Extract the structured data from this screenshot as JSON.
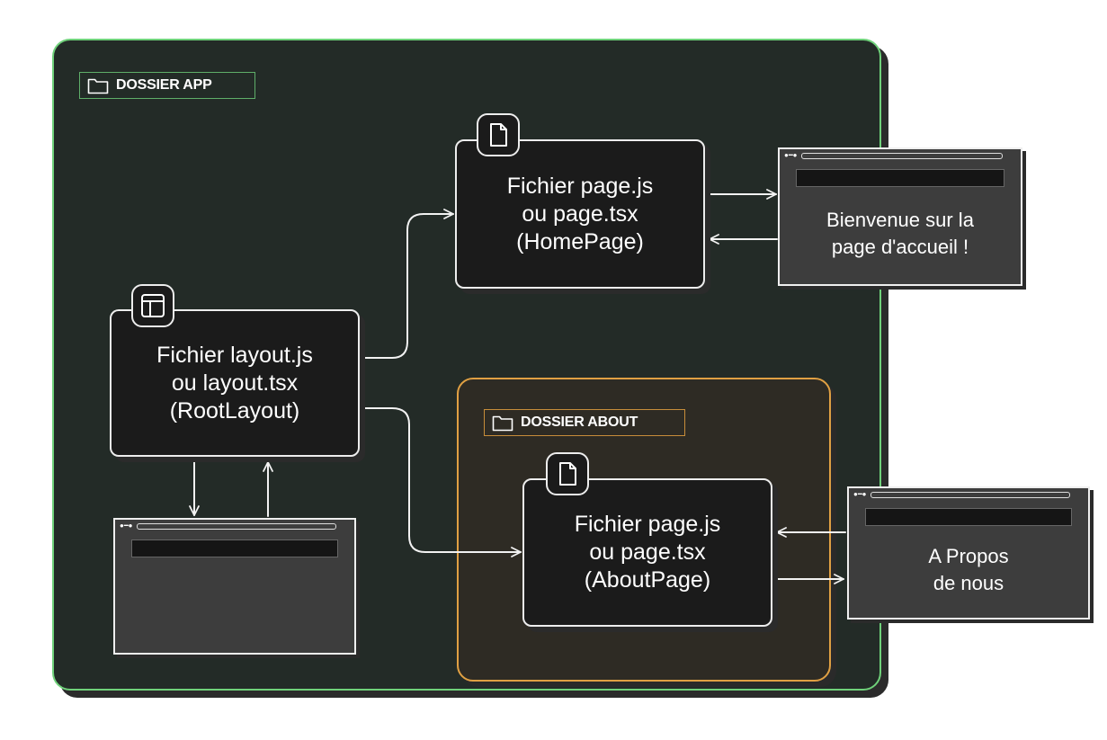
{
  "folders": {
    "app": {
      "label": "DOSSIER APP",
      "border_color": "#6fd17a"
    },
    "about": {
      "label": "DOSSIER ABOUT",
      "border_color": "#e0a043"
    }
  },
  "nodes": {
    "layout": {
      "text": "Fichier layout.js\nou layout.tsx\n(RootLayout)",
      "icon": "layout-icon"
    },
    "home": {
      "text": "Fichier page.js\nou page.tsx\n(HomePage)",
      "icon": "file-icon"
    },
    "about": {
      "text": "Fichier page.js\nou page.tsx\n(AboutPage)",
      "icon": "file-icon"
    }
  },
  "browsers": {
    "home": {
      "content": "Bienvenue sur la\npage d'accueil !"
    },
    "about": {
      "content": "A Propos\nde nous"
    },
    "layout": {
      "content": ""
    }
  }
}
